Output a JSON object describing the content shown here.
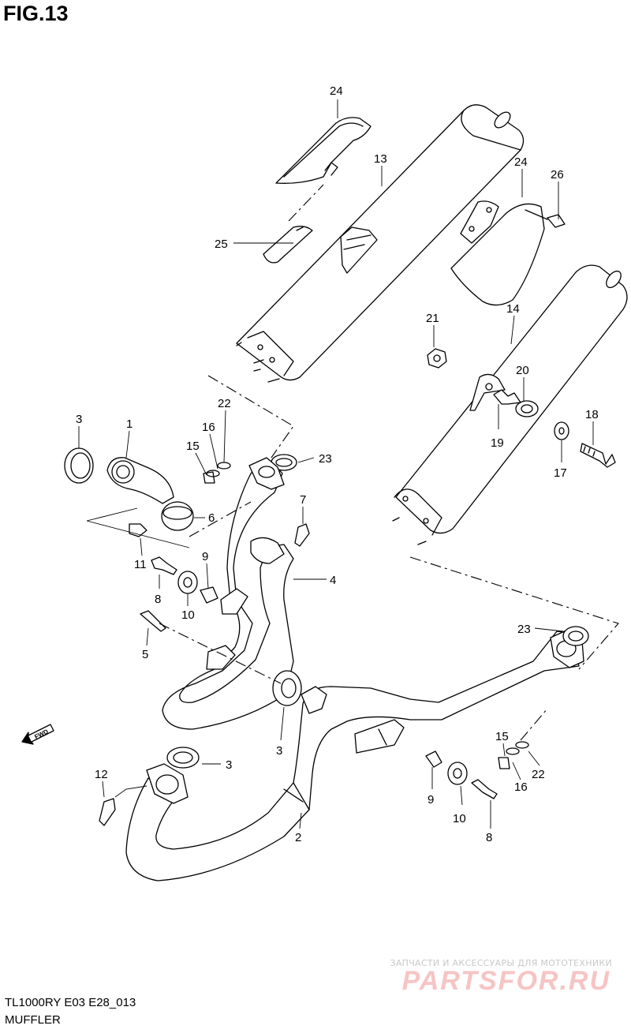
{
  "figure": {
    "title": "FIG.13"
  },
  "footer": {
    "model_code": "TL1000RY  E03  E28_013",
    "section_name": "MUFFLER"
  },
  "watermark": {
    "tagline": "ЗАПЧАСТИ И АКСЕССУАРЫ ДЛЯ МОТОТЕХНИКИ",
    "brand": "PARTSFOR.RU"
  },
  "direction_badge": {
    "label": "FWD",
    "icon": "arrow-forward-icon"
  },
  "callouts": [
    {
      "id": "c24a",
      "label": "24"
    },
    {
      "id": "c13",
      "label": "13"
    },
    {
      "id": "c24b",
      "label": "24"
    },
    {
      "id": "c26",
      "label": "26"
    },
    {
      "id": "c25",
      "label": "25"
    },
    {
      "id": "c21",
      "label": "21"
    },
    {
      "id": "c14",
      "label": "14"
    },
    {
      "id": "c20",
      "label": "20"
    },
    {
      "id": "c18",
      "label": "18"
    },
    {
      "id": "c19",
      "label": "19"
    },
    {
      "id": "c17",
      "label": "17"
    },
    {
      "id": "c3a",
      "label": "3"
    },
    {
      "id": "c1",
      "label": "1"
    },
    {
      "id": "c22a",
      "label": "22"
    },
    {
      "id": "c16a",
      "label": "16"
    },
    {
      "id": "c15a",
      "label": "15"
    },
    {
      "id": "c23a",
      "label": "23"
    },
    {
      "id": "c6",
      "label": "6"
    },
    {
      "id": "c7",
      "label": "7"
    },
    {
      "id": "c11",
      "label": "11"
    },
    {
      "id": "c9a",
      "label": "9"
    },
    {
      "id": "c4",
      "label": "4"
    },
    {
      "id": "c8a",
      "label": "8"
    },
    {
      "id": "c10a",
      "label": "10"
    },
    {
      "id": "c5",
      "label": "5"
    },
    {
      "id": "c23b",
      "label": "23"
    },
    {
      "id": "c3b",
      "label": "3"
    },
    {
      "id": "c15b",
      "label": "15"
    },
    {
      "id": "c3c",
      "label": "3"
    },
    {
      "id": "c12",
      "label": "12"
    },
    {
      "id": "c16b",
      "label": "16"
    },
    {
      "id": "c22b",
      "label": "22"
    },
    {
      "id": "c9b",
      "label": "9"
    },
    {
      "id": "c10b",
      "label": "10"
    },
    {
      "id": "c2",
      "label": "2"
    },
    {
      "id": "c8b",
      "label": "8"
    }
  ]
}
